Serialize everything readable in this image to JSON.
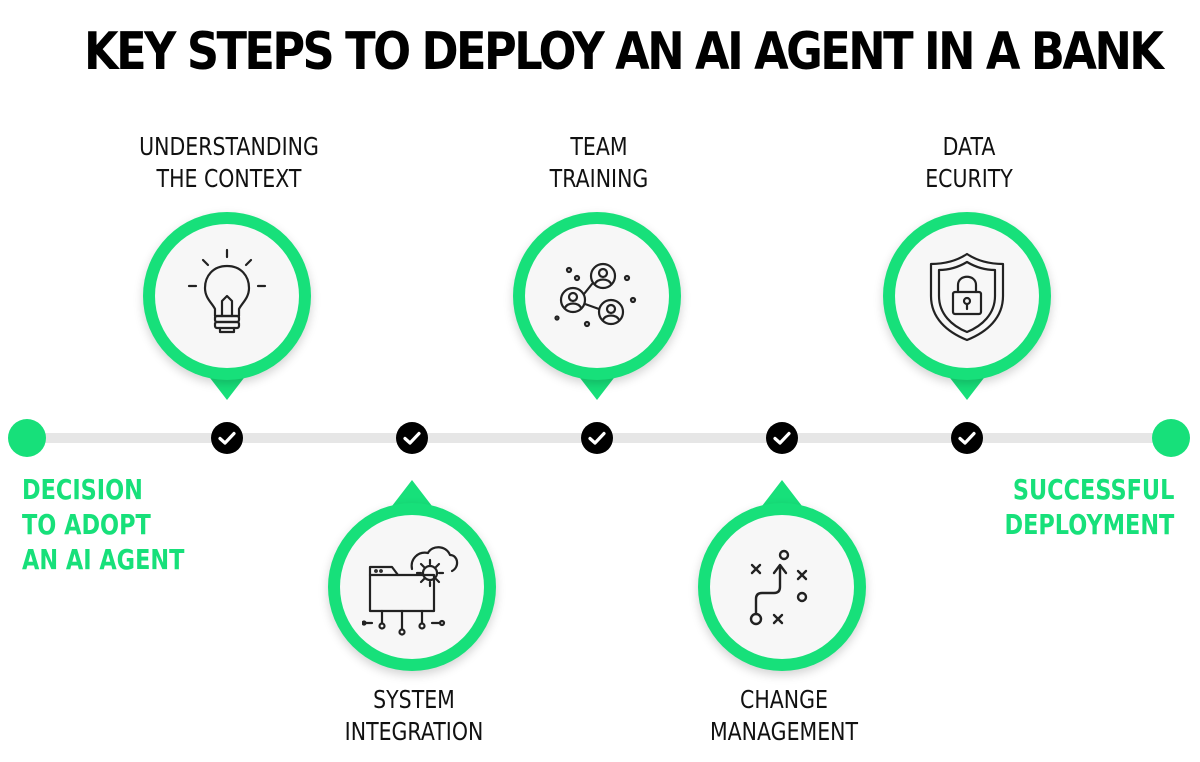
{
  "title": "KEY STEPS TO DEPLOY AN AI AGENT IN A BANK",
  "start_label": [
    "DECISION",
    "TO ADOPT",
    "AN AI AGENT"
  ],
  "end_label": [
    "SUCCESSFUL",
    "DEPLOYMENT"
  ],
  "steps": [
    {
      "label": [
        "UNDERSTANDING",
        "THE CONTEXT"
      ],
      "icon": "lightbulb-icon",
      "position": "above"
    },
    {
      "label": [
        "SYSTEM",
        "INTEGRATION"
      ],
      "icon": "folder-gear-cloud-icon",
      "position": "below"
    },
    {
      "label": [
        "TEAM",
        "TRAINING"
      ],
      "icon": "people-network-icon",
      "position": "above"
    },
    {
      "label": [
        "CHANGE",
        "MANAGEMENT"
      ],
      "icon": "strategy-path-icon",
      "position": "below"
    },
    {
      "label": [
        "DATA",
        "ECURITY"
      ],
      "icon": "shield-lock-icon",
      "position": "above"
    }
  ],
  "colors": {
    "accent": "#17e07a",
    "track": "#e6e6e6",
    "text": "#111111",
    "check": "#000000"
  }
}
